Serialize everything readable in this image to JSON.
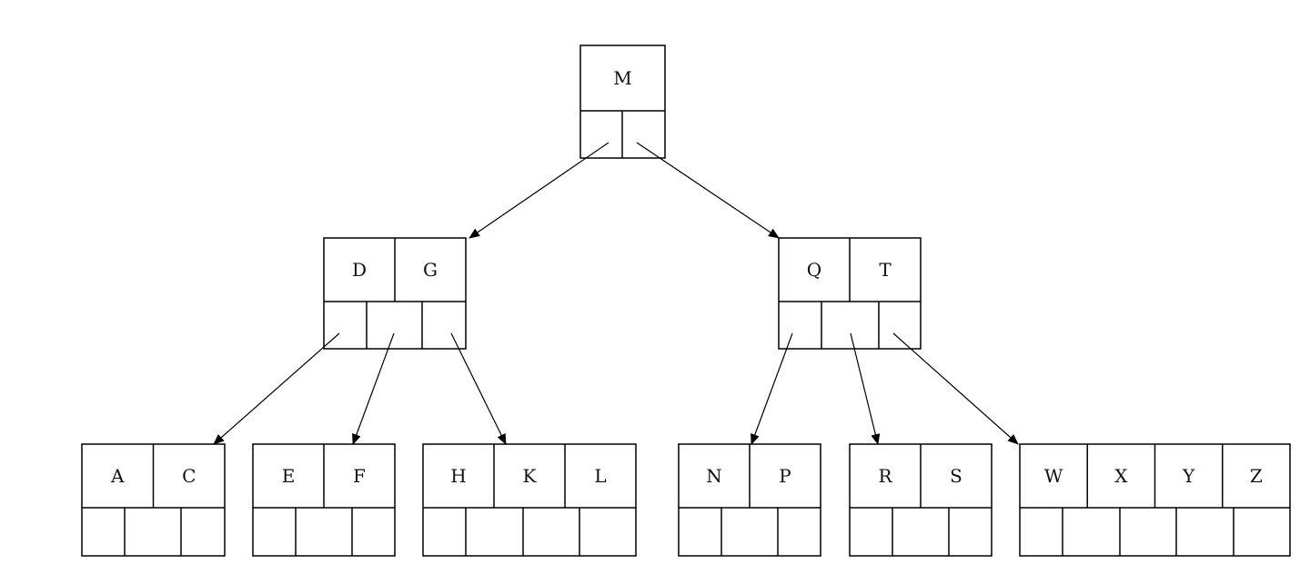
{
  "diagram": {
    "type": "b-tree",
    "colors": {
      "stroke": "#000000",
      "background": "#ffffff",
      "text": "#111111"
    },
    "nodes": [
      {
        "id": "root",
        "keys": [
          "M"
        ]
      },
      {
        "id": "dg",
        "keys": [
          "D",
          "G"
        ]
      },
      {
        "id": "qt",
        "keys": [
          "Q",
          "T"
        ]
      },
      {
        "id": "ac",
        "keys": [
          "A",
          "C"
        ]
      },
      {
        "id": "ef",
        "keys": [
          "E",
          "F"
        ]
      },
      {
        "id": "hkl",
        "keys": [
          "H",
          "K",
          "L"
        ]
      },
      {
        "id": "np",
        "keys": [
          "N",
          "P"
        ]
      },
      {
        "id": "rs",
        "keys": [
          "R",
          "S"
        ]
      },
      {
        "id": "wxyz",
        "keys": [
          "W",
          "X",
          "Y",
          "Z"
        ]
      }
    ],
    "edges": [
      {
        "from": "root",
        "pointer": 0,
        "to": "dg"
      },
      {
        "from": "root",
        "pointer": 1,
        "to": "qt"
      },
      {
        "from": "dg",
        "pointer": 0,
        "to": "ac"
      },
      {
        "from": "dg",
        "pointer": 1,
        "to": "ef"
      },
      {
        "from": "dg",
        "pointer": 2,
        "to": "hkl"
      },
      {
        "from": "qt",
        "pointer": 0,
        "to": "np"
      },
      {
        "from": "qt",
        "pointer": 1,
        "to": "rs"
      },
      {
        "from": "qt",
        "pointer": 2,
        "to": "wxyz"
      }
    ]
  }
}
